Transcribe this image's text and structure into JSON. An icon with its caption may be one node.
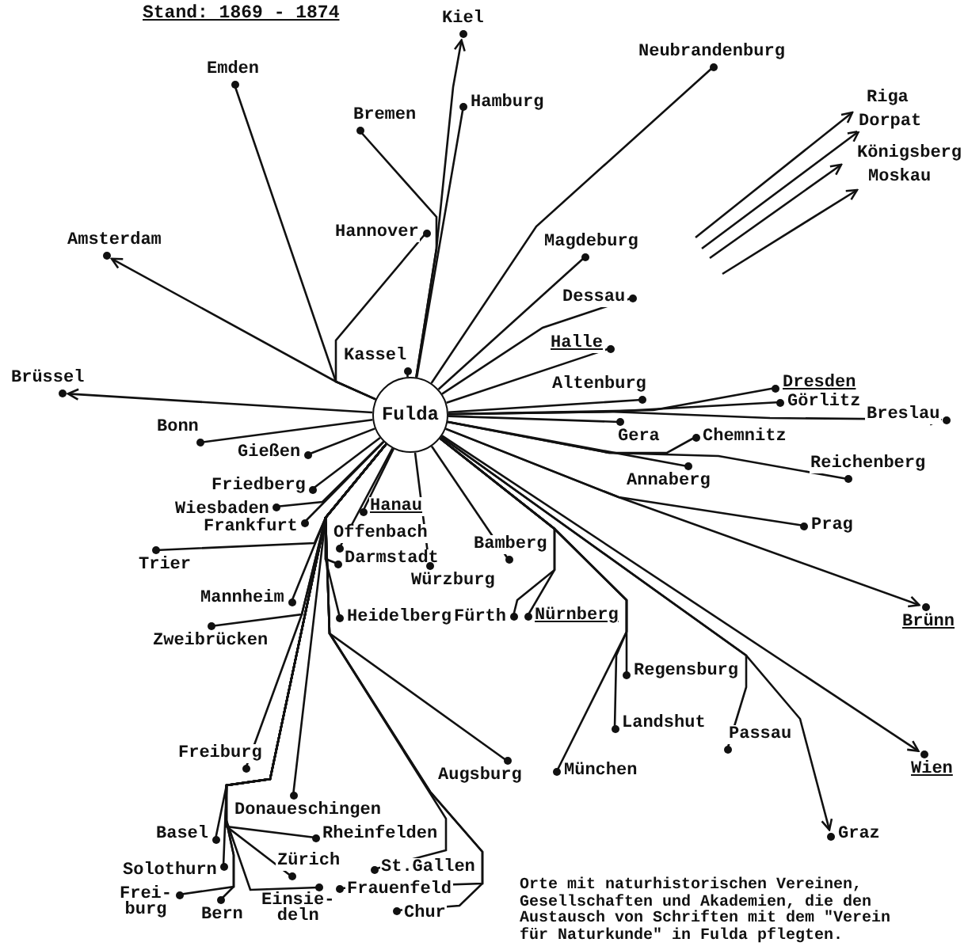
{
  "diagram": {
    "title": "Stand: 1869 - 1874",
    "caption": "Orte mit naturhistorischen Vereinen, Gesellschaften und Akademien, die den Austausch von Schriften mit dem \"Verein für Naturkunde\" in Fulda pflegten.",
    "nodes": [
      {
        "text": [
          "Fulda"
        ]
      },
      {
        "text": [
          "Kiel"
        ]
      },
      {
        "text": [
          "Emden"
        ]
      },
      {
        "text": [
          "Hamburg"
        ]
      },
      {
        "text": [
          "Bremen"
        ]
      },
      {
        "text": [
          "Neubrandenburg"
        ]
      },
      {
        "text": [
          "Riga"
        ]
      },
      {
        "text": [
          "Dorpat"
        ]
      },
      {
        "text": [
          "Königsberg"
        ]
      },
      {
        "text": [
          "Moskau"
        ]
      },
      {
        "text": [
          "Hannover"
        ]
      },
      {
        "text": [
          "Amsterdam"
        ]
      },
      {
        "text": [
          "Magdeburg"
        ]
      },
      {
        "text": [
          "Dessau"
        ]
      },
      {
        "text": [
          "Halle"
        ]
      },
      {
        "text": [
          "Kassel"
        ]
      },
      {
        "text": [
          "Brüssel"
        ]
      },
      {
        "text": [
          "Altenburg"
        ]
      },
      {
        "text": [
          "Dresden"
        ]
      },
      {
        "text": [
          "Breslau"
        ]
      },
      {
        "text": [
          "Görlitz"
        ]
      },
      {
        "text": [
          "Bonn"
        ]
      },
      {
        "text": [
          "Gera"
        ]
      },
      {
        "text": [
          "Chemnitz"
        ]
      },
      {
        "text": [
          "Reichenberg"
        ]
      },
      {
        "text": [
          "Gießen"
        ]
      },
      {
        "text": [
          "Annaberg"
        ]
      },
      {
        "text": [
          "Friedberg"
        ]
      },
      {
        "text": [
          "Wiesbaden"
        ]
      },
      {
        "text": [
          "Hanau"
        ]
      },
      {
        "text": [
          "Frankfurt"
        ]
      },
      {
        "text": [
          "Offenbach"
        ]
      },
      {
        "text": [
          "Prag"
        ]
      },
      {
        "text": [
          "Trier"
        ]
      },
      {
        "text": [
          "Bamberg"
        ]
      },
      {
        "text": [
          "Darmstadt"
        ]
      },
      {
        "text": [
          "Würzburg"
        ]
      },
      {
        "text": [
          "Mannheim"
        ]
      },
      {
        "text": [
          "Heidelberg"
        ]
      },
      {
        "text": [
          "Fürth"
        ]
      },
      {
        "text": [
          "Nürnberg"
        ]
      },
      {
        "text": [
          "Brünn"
        ]
      },
      {
        "text": [
          "Zweibrücken"
        ]
      },
      {
        "text": [
          "Regensburg"
        ]
      },
      {
        "text": [
          "Landshut"
        ]
      },
      {
        "text": [
          "Passau"
        ]
      },
      {
        "text": [
          "Freiburg"
        ]
      },
      {
        "text": [
          "Augsburg"
        ]
      },
      {
        "text": [
          "München"
        ]
      },
      {
        "text": [
          "Wien"
        ]
      },
      {
        "text": [
          "Donaueschingen"
        ]
      },
      {
        "text": [
          "Basel"
        ]
      },
      {
        "text": [
          "Rheinfelden"
        ]
      },
      {
        "text": [
          "Graz"
        ]
      },
      {
        "text": [
          "Solothurn"
        ]
      },
      {
        "text": [
          "Zürich"
        ]
      },
      {
        "text": [
          "St.Gallen"
        ]
      },
      {
        "text": [
          "Frauenfeld"
        ]
      },
      {
        "text": [
          "Frei- burg"
        ]
      },
      {
        "text": [
          "Bern"
        ]
      },
      {
        "text": [
          "Einsie- deln"
        ]
      },
      {
        "text": [
          "Chur"
        ]
      }
    ],
    "edges": [
      {
        "from": 0,
        "to": 1,
        "arrow": "to"
      },
      {
        "from": 0,
        "to": 2,
        "arrow": "none"
      },
      {
        "from": 0,
        "to": 3,
        "arrow": "none"
      },
      {
        "from": 0,
        "to": 4,
        "arrow": "none"
      },
      {
        "from": 0,
        "to": 5,
        "arrow": "none"
      },
      {
        "from": null,
        "to": 6,
        "arrow": "to"
      },
      {
        "from": null,
        "to": 7,
        "arrow": "to"
      },
      {
        "from": null,
        "to": 8,
        "arrow": "to"
      },
      {
        "from": null,
        "to": 9,
        "arrow": "to"
      },
      {
        "from": 0,
        "to": 10,
        "arrow": "none"
      },
      {
        "from": 0,
        "to": 11,
        "arrow": "to"
      },
      {
        "from": 0,
        "to": 12,
        "arrow": "none"
      },
      {
        "from": 0,
        "to": 13,
        "arrow": "none"
      },
      {
        "from": 0,
        "to": 14,
        "arrow": "none"
      },
      {
        "from": 0,
        "to": 15,
        "arrow": "none"
      },
      {
        "from": 0,
        "to": 16,
        "arrow": "to"
      },
      {
        "from": 0,
        "to": 17,
        "arrow": "none"
      },
      {
        "from": 0,
        "to": 18,
        "arrow": "none"
      },
      {
        "from": 0,
        "to": 19,
        "arrow": "to"
      },
      {
        "from": 0,
        "to": 20,
        "arrow": "none"
      },
      {
        "from": 0,
        "to": 21,
        "arrow": "none"
      },
      {
        "from": 0,
        "to": 22,
        "arrow": "none"
      },
      {
        "from": 0,
        "to": 23,
        "arrow": "none"
      },
      {
        "from": 0,
        "to": 24,
        "arrow": "none"
      },
      {
        "from": 0,
        "to": 25,
        "arrow": "none"
      },
      {
        "from": 0,
        "to": 26,
        "arrow": "none"
      },
      {
        "from": 0,
        "to": 27,
        "arrow": "none"
      },
      {
        "from": 0,
        "to": 28,
        "arrow": "none"
      },
      {
        "from": 0,
        "to": 29,
        "arrow": "none"
      },
      {
        "from": 0,
        "to": 30,
        "arrow": "none"
      },
      {
        "from": 0,
        "to": 31,
        "arrow": "none"
      },
      {
        "from": 0,
        "to": 32,
        "arrow": "none"
      },
      {
        "from": 0,
        "to": 33,
        "arrow": "none"
      },
      {
        "from": 0,
        "to": 34,
        "arrow": "none"
      },
      {
        "from": 0,
        "to": 35,
        "arrow": "none"
      },
      {
        "from": 0,
        "to": 36,
        "arrow": "none"
      },
      {
        "from": 0,
        "to": 37,
        "arrow": "none"
      },
      {
        "from": 0,
        "to": 38,
        "arrow": "none"
      },
      {
        "from": 0,
        "to": 39,
        "arrow": "none"
      },
      {
        "from": 0,
        "to": 40,
        "arrow": "none"
      },
      {
        "from": 0,
        "to": 41,
        "arrow": "to"
      },
      {
        "from": 0,
        "to": 42,
        "arrow": "none"
      },
      {
        "from": 0,
        "to": 43,
        "arrow": "none"
      },
      {
        "from": 0,
        "to": 44,
        "arrow": "none"
      },
      {
        "from": 0,
        "to": 45,
        "arrow": "none"
      },
      {
        "from": 0,
        "to": 46,
        "arrow": "none"
      },
      {
        "from": 0,
        "to": 47,
        "arrow": "none"
      },
      {
        "from": 0,
        "to": 48,
        "arrow": "none"
      },
      {
        "from": 0,
        "to": 49,
        "arrow": "to"
      },
      {
        "from": 0,
        "to": 50,
        "arrow": "none"
      },
      {
        "from": 0,
        "to": 51,
        "arrow": "none"
      },
      {
        "from": 0,
        "to": 52,
        "arrow": "none"
      },
      {
        "from": 0,
        "to": 53,
        "arrow": "to"
      },
      {
        "from": 0,
        "to": 54,
        "arrow": "none"
      },
      {
        "from": 0,
        "to": 55,
        "arrow": "none"
      },
      {
        "from": 0,
        "to": 56,
        "arrow": "none"
      },
      {
        "from": 0,
        "to": 57,
        "arrow": "none"
      },
      {
        "from": 0,
        "to": 58,
        "arrow": "none"
      },
      {
        "from": 0,
        "to": 59,
        "arrow": "none"
      },
      {
        "from": 0,
        "to": 60,
        "arrow": "none"
      },
      {
        "from": 0,
        "to": 61,
        "arrow": "none"
      }
    ]
  }
}
